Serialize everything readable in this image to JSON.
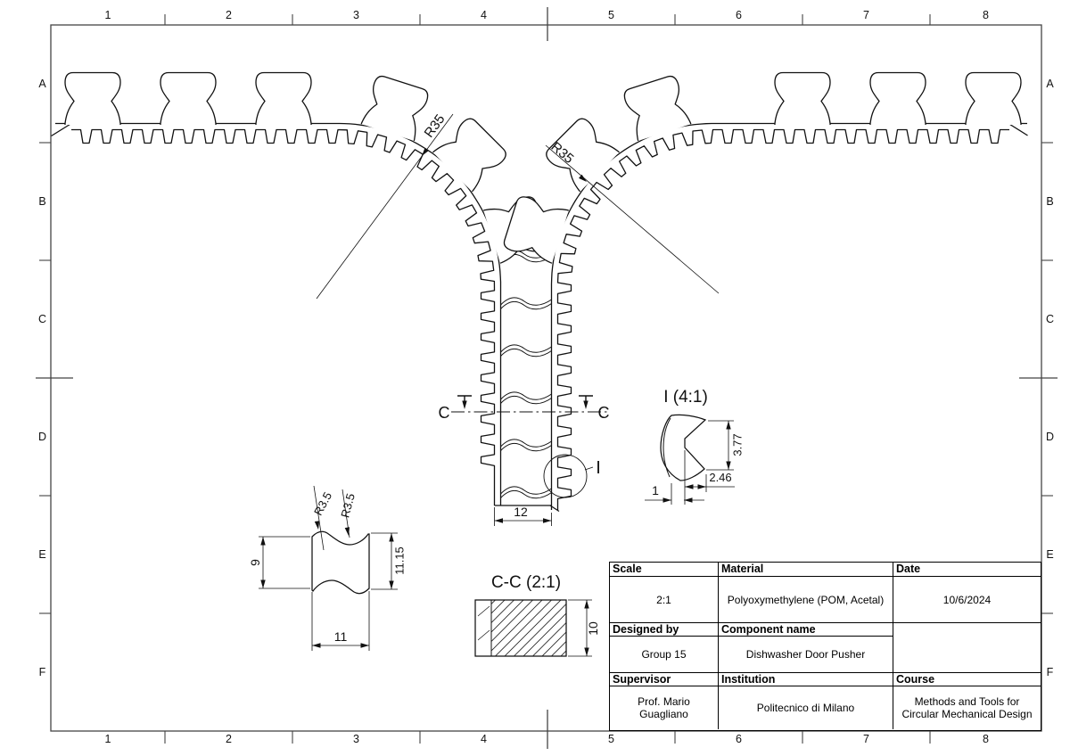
{
  "border": {
    "columns": [
      "1",
      "2",
      "3",
      "4",
      "5",
      "6",
      "7",
      "8"
    ],
    "rows": [
      "A",
      "B",
      "C",
      "D",
      "E",
      "F"
    ]
  },
  "annotations": {
    "section_arrow_left": "C",
    "section_arrow_right": "C",
    "detail_callout": "I",
    "detail_view_title": "I (4:1)",
    "section_view_title": "C-C (2:1)"
  },
  "dimensions": {
    "bend_radius_left": "R35",
    "bend_radius_right": "R35",
    "vertical_rack_width": "12",
    "detail_link_inner_height": "9",
    "detail_link_outer_height": "11.15",
    "detail_link_width": "11",
    "detail_link_radius_a": "R3.5",
    "detail_link_radius_b": "R3.5",
    "tooth_notch_height": "3.77",
    "tooth_depth": "2.46",
    "tooth_lip_width": "1",
    "section_thickness": "10"
  },
  "title_block": {
    "scale": {
      "label": "Scale",
      "value": "2:1"
    },
    "material": {
      "label": "Material",
      "value": "Polyoxymethylene (POM, Acetal)"
    },
    "date": {
      "label": "Date",
      "value": "10/6/2024"
    },
    "designed_by": {
      "label": "Designed by",
      "value": "Group 15"
    },
    "component": {
      "label": "Component name",
      "value": "Dishwasher Door Pusher"
    },
    "supervisor": {
      "label": "Supervisor",
      "value": "Prof. Mario Guagliano"
    },
    "institution": {
      "label": "Institution",
      "value": "Politecnico di Milano"
    },
    "course": {
      "label": "Course",
      "value": "Methods and Tools for Circular Mechanical Design"
    }
  },
  "colors": {
    "line": "#111111",
    "frame": "#444444",
    "background": "#ffffff"
  }
}
